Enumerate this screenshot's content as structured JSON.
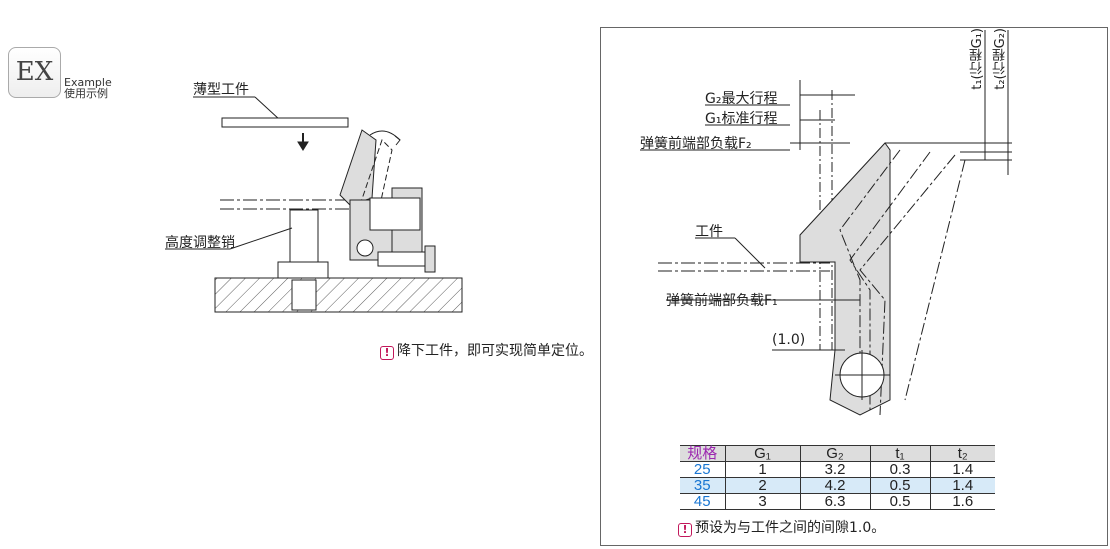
{
  "badge": {
    "logo": "EX",
    "caption_en": "Example",
    "caption_cn": "使用示例"
  },
  "left": {
    "workpiece_label": "薄型工件",
    "pin_label": "高度调整销",
    "note": "降下工件，即可实现简单定位。"
  },
  "right": {
    "g2_label": "G₂最大行程",
    "g1_label": "G₁标准行程",
    "f2_label": "弹簧前端部负载F₂",
    "work_label": "工件",
    "f1_label": "弹簧前端部负载F₁",
    "gap_label": "(1.0)",
    "t1_label": "t₁(行程G₁)",
    "t2_label": "t₂(行程G₂)",
    "note": "预设为与工件之间的间隙1.0。"
  },
  "table": {
    "headers": [
      "规格",
      "G₁",
      "G₂",
      "t₁",
      "t₂"
    ],
    "rows": [
      [
        "25",
        "1",
        "3.2",
        "0.3",
        "1.4"
      ],
      [
        "35",
        "2",
        "4.2",
        "0.5",
        "1.4"
      ],
      [
        "45",
        "3",
        "6.3",
        "0.5",
        "1.6"
      ]
    ]
  },
  "warn_icon": "!"
}
